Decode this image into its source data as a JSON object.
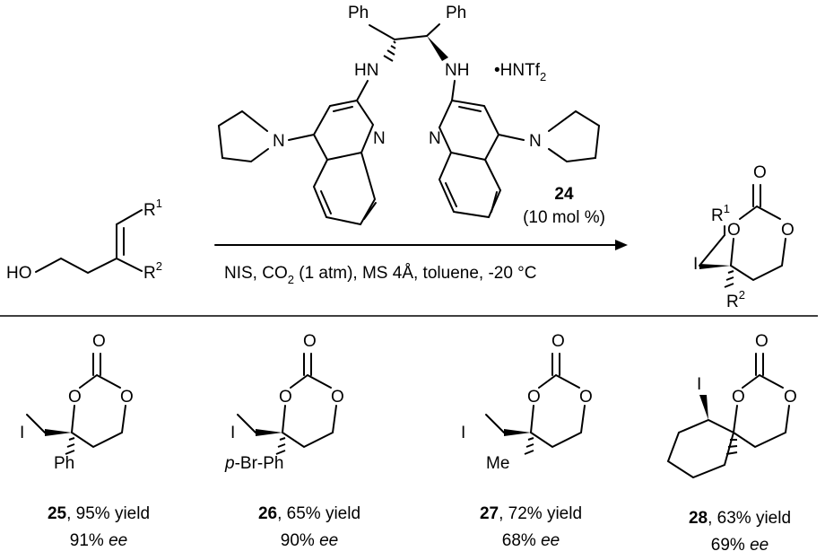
{
  "catalyst": {
    "phenyl_left": "Ph",
    "phenyl_right": "Ph",
    "nh_left": "HN",
    "nh_right": "NH",
    "n_left_pyrrolidine": "N",
    "n_right_pyrrolidine": "N",
    "n_left_quinoline": "N",
    "n_right_quinoline": "N",
    "salt_prefix": "•HNTf",
    "salt_sub": "2",
    "number": "24",
    "loading": "(10 mol %)"
  },
  "substrate": {
    "ho": "HO",
    "r1": "R",
    "r1_sup": "1",
    "r2": "R",
    "r2_sup": "2"
  },
  "conditions": {
    "part1": "NIS, CO",
    "sub": "2",
    "part2": " (1 atm), MS 4Å, toluene, -20 °C"
  },
  "product": {
    "o_carbonyl": "O",
    "o_ring1": "O",
    "o_ring2": "O",
    "iodo": "I",
    "r1": "R",
    "r1_sup": "1",
    "r2": "R",
    "r2_sup": "2"
  },
  "examples": [
    {
      "number": "25",
      "yield": ", 95% yield",
      "ee_value": "91% ",
      "ee_unit": "ee",
      "substituent": "Ph",
      "substituent_prefix": "",
      "iodo": "I",
      "o_carbonyl": "O",
      "o_ring1": "O",
      "o_ring2": "O"
    },
    {
      "number": "26",
      "yield": ", 65% yield",
      "ee_value": "90% ",
      "ee_unit": "ee",
      "substituent": "-Br-Ph",
      "substituent_prefix": "p",
      "iodo": "I",
      "o_carbonyl": "O",
      "o_ring1": "O",
      "o_ring2": "O"
    },
    {
      "number": "27",
      "yield": ", 72% yield",
      "ee_value": "68% ",
      "ee_unit": "ee",
      "substituent": "Me",
      "substituent_prefix": "",
      "iodo": "I",
      "o_carbonyl": "O",
      "o_ring1": "O",
      "o_ring2": "O"
    },
    {
      "number": "28",
      "yield": ", 63% yield",
      "ee_value": "69% ",
      "ee_unit": "ee",
      "substituent": "",
      "substituent_prefix": "",
      "iodo": "I",
      "o_carbonyl": "O",
      "o_ring1": "O",
      "o_ring2": "O"
    }
  ]
}
